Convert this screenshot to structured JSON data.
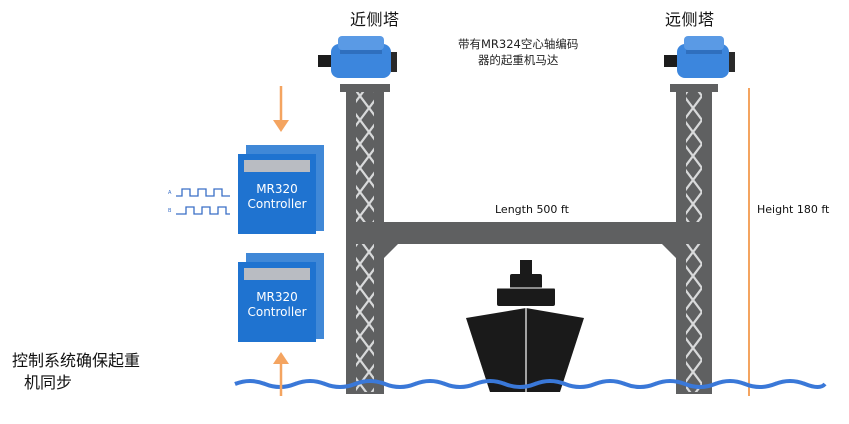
{
  "towers": {
    "near_label": "近侧塔",
    "far_label": "远侧塔"
  },
  "motor_note": {
    "line1": "带有MR324空心轴编码",
    "line2": "器的起重机马达"
  },
  "dimensions": {
    "length_label": "Length 500 ft",
    "height_label": "Height 180 ft"
  },
  "controllers": [
    {
      "model": "MR320",
      "name": "Controller"
    },
    {
      "model": "MR320",
      "name": "Controller"
    }
  ],
  "encoder_signal": {
    "channel_a": "A",
    "channel_b": "B"
  },
  "caption": {
    "line1": "控制系统确保起重",
    "line2": "机同步"
  },
  "colors": {
    "tower": "#5f6061",
    "tower_lattice": "#3c3d3e",
    "controller": "#1f73d0",
    "controller_screen": "#b9bcc2",
    "arrow": "#f4a460",
    "water": "#3a78d8",
    "ship": "#1a1a1a",
    "motor": "#3c86dd"
  }
}
